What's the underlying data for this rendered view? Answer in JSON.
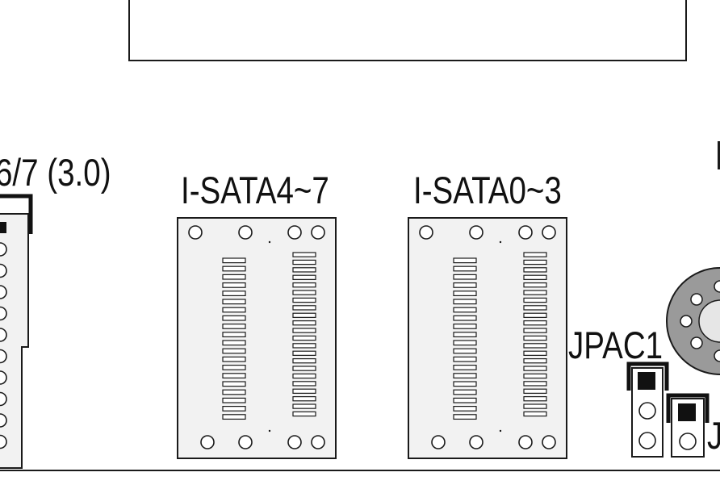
{
  "labels": {
    "usb_header": "6/7 (3.0)",
    "sata_4_7": "I-SATA4~7",
    "sata_0_3": "I-SATA0~3",
    "jpac1": "JPAC1",
    "partial_right": "J"
  },
  "colors": {
    "outline": "#1a1a1a",
    "connector_fill": "#f2f2f2",
    "pin_fill": "#ffffff",
    "jumper_cap": "#111111",
    "buzzer": "#9a9a9a",
    "board_bg": "#ffffff"
  },
  "components": {
    "sata_pins_left_column": 20,
    "sata_pins_right_column": 22,
    "usb_header_pins_visible": 10,
    "jumper_pins": 3
  }
}
